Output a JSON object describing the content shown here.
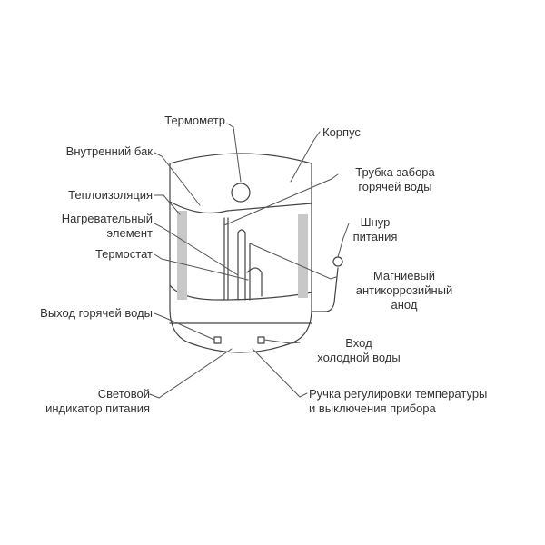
{
  "colors": {
    "line": "#444444",
    "insulation": "#c8c8c8",
    "text": "#333333"
  },
  "labels": {
    "thermometer": "Термометр",
    "body": "Корпус",
    "inner_tank": "Внутренний бак",
    "hot_water_pipe_1": "Трубка забора",
    "hot_water_pipe_2": "горячей воды",
    "insulation": "Теплоизоляция",
    "power_cord_1": "Шнур",
    "power_cord_2": "питания",
    "heating_element_1": "Нагревательный",
    "heating_element_2": "элемент",
    "thermostat": "Термостат",
    "anode_1": "Магниевый",
    "anode_2": "антикоррозийный",
    "anode_3": "анод",
    "hot_water_outlet": "Выход горячей воды",
    "cold_water_inlet_1": "Вход",
    "cold_water_inlet_2": "холодной воды",
    "power_indicator_1": "Световой",
    "power_indicator_2": "индикатор питания",
    "temp_knob_1": "Ручка регулировки температуры",
    "temp_knob_2": "и выключения прибора"
  }
}
